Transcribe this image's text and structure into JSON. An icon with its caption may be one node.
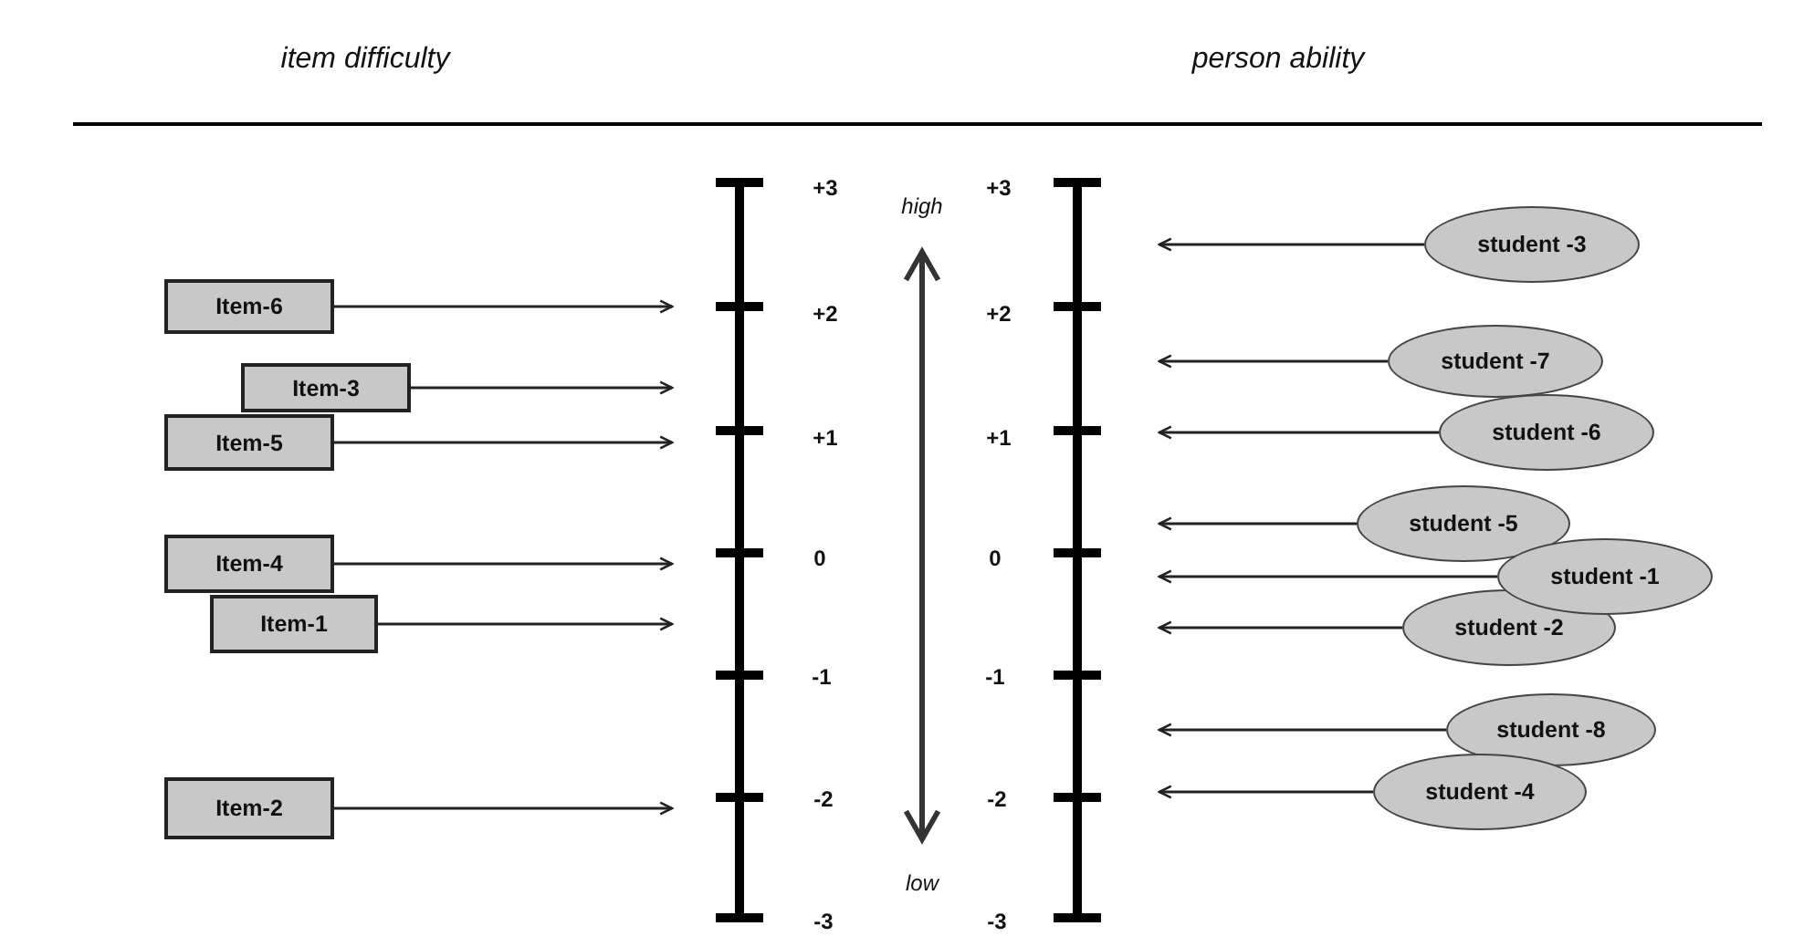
{
  "diagram": {
    "nodes": [
      {
        "text": [
          "Item-6"
        ]
      },
      {
        "text": [
          "Item-3"
        ]
      },
      {
        "text": [
          "Item-5"
        ]
      },
      {
        "text": [
          "Item-4"
        ]
      },
      {
        "text": [
          "Item-1"
        ]
      },
      {
        "text": [
          "Item-2"
        ]
      },
      {
        "text": [
          "student -3"
        ]
      },
      {
        "text": [
          "student -7"
        ]
      },
      {
        "text": [
          "student -6"
        ]
      },
      {
        "text": [
          "student -5"
        ]
      },
      {
        "text": [
          "student -1"
        ]
      },
      {
        "text": [
          "student -2"
        ]
      },
      {
        "text": [
          "student -8"
        ]
      },
      {
        "text": [
          "student -4"
        ]
      }
    ],
    "edges": [
      {
        "from": 0,
        "to": null,
        "arrow": "to"
      },
      {
        "from": 1,
        "to": null,
        "arrow": "to"
      },
      {
        "from": 2,
        "to": null,
        "arrow": "to"
      },
      {
        "from": 3,
        "to": null,
        "arrow": "to"
      },
      {
        "from": 4,
        "to": null,
        "arrow": "to"
      },
      {
        "from": 5,
        "to": null,
        "arrow": "to"
      },
      {
        "from": 6,
        "to": null,
        "arrow": "to"
      },
      {
        "from": 7,
        "to": null,
        "arrow": "to"
      },
      {
        "from": 8,
        "to": null,
        "arrow": "to"
      },
      {
        "from": 9,
        "to": null,
        "arrow": "to"
      },
      {
        "from": 10,
        "to": null,
        "arrow": "to"
      },
      {
        "from": 11,
        "to": null,
        "arrow": "to"
      },
      {
        "from": 12,
        "to": null,
        "arrow": "to"
      },
      {
        "from": 13,
        "to": null,
        "arrow": "to"
      }
    ],
    "labels": [
      "item difficulty",
      "person ability",
      "+3",
      "high",
      "+3",
      "+2",
      "+2",
      "+1",
      "+1",
      "0",
      "0",
      "-1",
      "-1",
      "-2",
      "-2",
      "low",
      "-3",
      "-3"
    ]
  }
}
